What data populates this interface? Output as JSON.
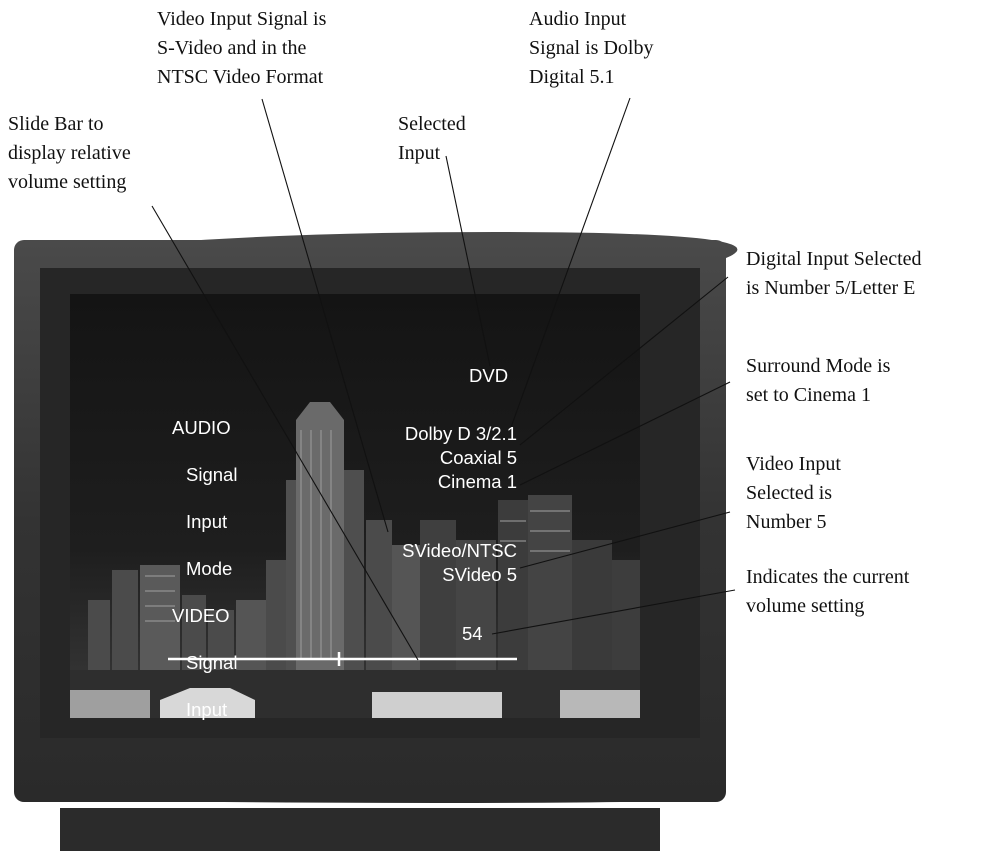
{
  "callouts": {
    "video_signal": "Video Input Signal is\nS-Video and in the\nNTSC Video Format",
    "audio_signal": "Audio Input\nSignal is Dolby\nDigital 5.1",
    "slide_bar": "Slide Bar to\ndisplay relative\nvolume setting",
    "selected_input": "Selected\nInput",
    "digital_input": "Digital Input Selected\nis Number 5/Letter E",
    "surround_mode": "Surround Mode is\nset to Cinema 1",
    "video_input": "Video Input\nSelected is\nNumber 5",
    "current_volume": "Indicates the current\nvolume setting"
  },
  "osd": {
    "labels": [
      "AUDIO",
      "Signal",
      "Input",
      "Mode",
      "VIDEO",
      "Signal",
      "Input"
    ],
    "input_name": "DVD",
    "audio_signal": "Dolby D 3/2.1",
    "audio_input": "Coaxial 5",
    "surround_mode": "Cinema 1",
    "video_signal": "SVideo/NTSC",
    "video_input": "SVideo 5",
    "volume": "54",
    "volume_level": 0.49
  },
  "colors": {
    "tv_bezel": "#3a3a3a",
    "screen_sky": "#1c1c1c",
    "osd_text": "#ffffff",
    "callout_text": "#111111"
  }
}
